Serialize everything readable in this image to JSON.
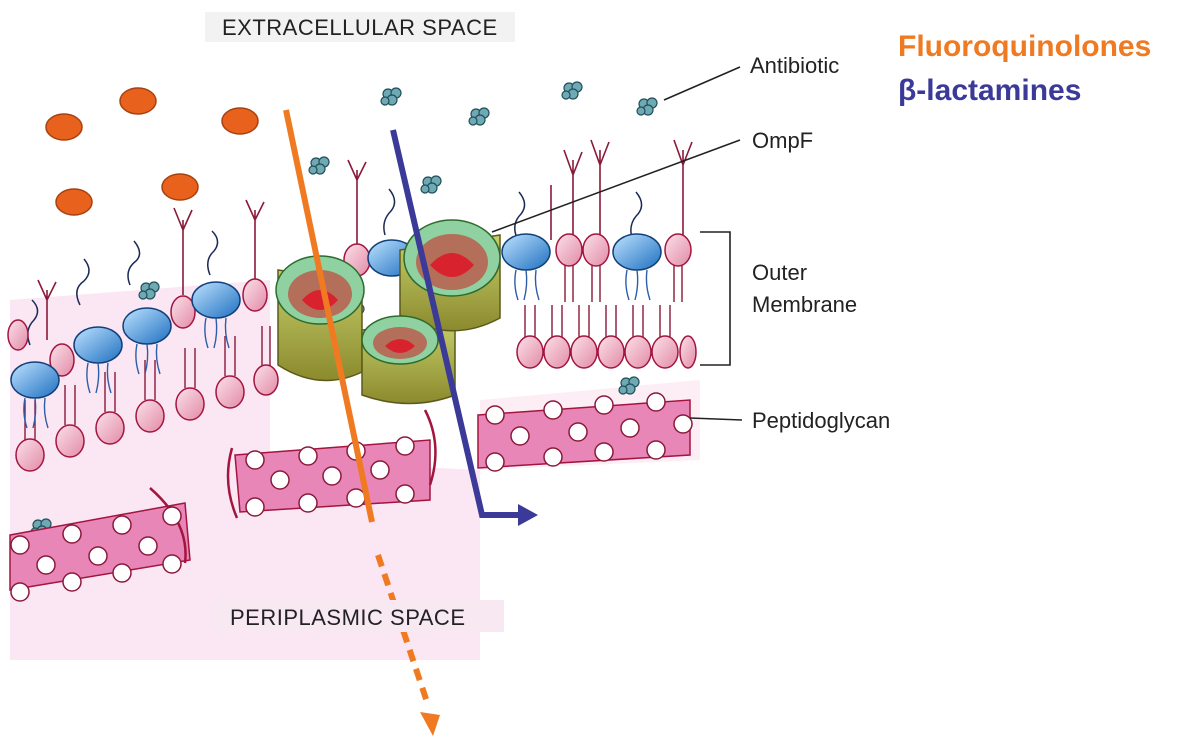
{
  "labels": {
    "extracellular": "EXTRACELLULAR SPACE",
    "periplasmic": "PERIPLASMIC SPACE",
    "antibiotic": "Antibiotic",
    "ompf": "OmpF",
    "outer_membrane_line1": "Outer",
    "outer_membrane_line2": "Membrane",
    "peptidoglycan": "Peptidoglycan"
  },
  "legend": {
    "fluoroquinolones": "Fluoroquinolones",
    "beta_lactamines": "β-lactamines"
  },
  "colors": {
    "fluoroquinolones": "#f07a22",
    "beta_lactamines": "#3b3a98",
    "periplasm_bg": "#fbe6f3",
    "lipid_head": "#f2b3c8",
    "lipid_stroke": "#a3153f",
    "lps_head": "#2f8ad6",
    "porin_outer": "#b5c45a",
    "porin_rim": "#8fd1a1",
    "porin_inner": "#d8232e",
    "peptidoglycan": "#e986b8",
    "antibiotic_molecule": "#3d7f8a",
    "fluoroquinolone_particle": "#e8621d"
  }
}
